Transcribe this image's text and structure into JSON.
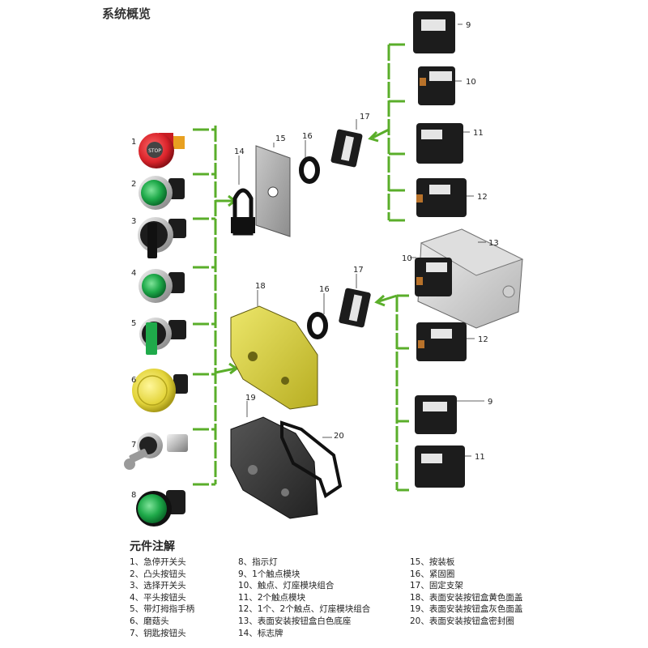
{
  "title": "系统概览",
  "legend_title": "元件注解",
  "components": [
    "1、急停开关头",
    "2、凸头按钮头",
    "3、选择开关头",
    "4、平头按钮头",
    "5、带灯拇指手柄",
    "6、磨菇头",
    "7、钥匙按钮头",
    "8、指示灯",
    "9、1个触点模块",
    "10、触点、灯座模块组合",
    "11、2个触点模块",
    "12、1个、2个触点、灯座模块组合",
    "13、表面安装按钮盒白色底座",
    "14、标志牌",
    "15、按装板",
    "16、紧固圈",
    "17、固定支架",
    "18、表面安装按钮盒黄色面盖",
    "19、表面安装按钮盒灰色面盖",
    "20、表面安装按钮盒密封圈"
  ],
  "callouts": [
    "1",
    "2",
    "3",
    "4",
    "5",
    "6",
    "7",
    "8",
    "9",
    "10",
    "11",
    "12",
    "13",
    "14",
    "15",
    "16",
    "17",
    "18",
    "19",
    "20"
  ],
  "stop_text": "STOP",
  "colors": {
    "connector": "#5aae2a",
    "yellow": "#d8d23a",
    "green_lens": "#1faa4a",
    "red": "#d9232a",
    "body": "#1c1c1c"
  }
}
